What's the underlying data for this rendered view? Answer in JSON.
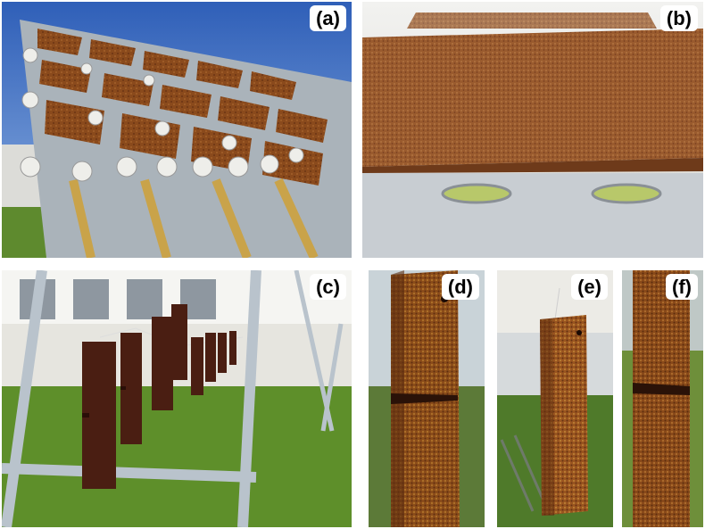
{
  "figure": {
    "panels": [
      {
        "id": "a",
        "label": "(a)"
      },
      {
        "id": "b",
        "label": "(b)"
      },
      {
        "id": "c",
        "label": "(c)"
      },
      {
        "id": "d",
        "label": "(d)"
      },
      {
        "id": "e",
        "label": "(e)"
      },
      {
        "id": "f",
        "label": "(f)"
      }
    ]
  },
  "colors": {
    "sky": "#3f6fc4",
    "rust": "#8a4a1c",
    "rust_dark": "#5a2e14",
    "steel": "#b9c3cc",
    "grass": "#5e8a2e",
    "wall": "#e8e6e0"
  }
}
